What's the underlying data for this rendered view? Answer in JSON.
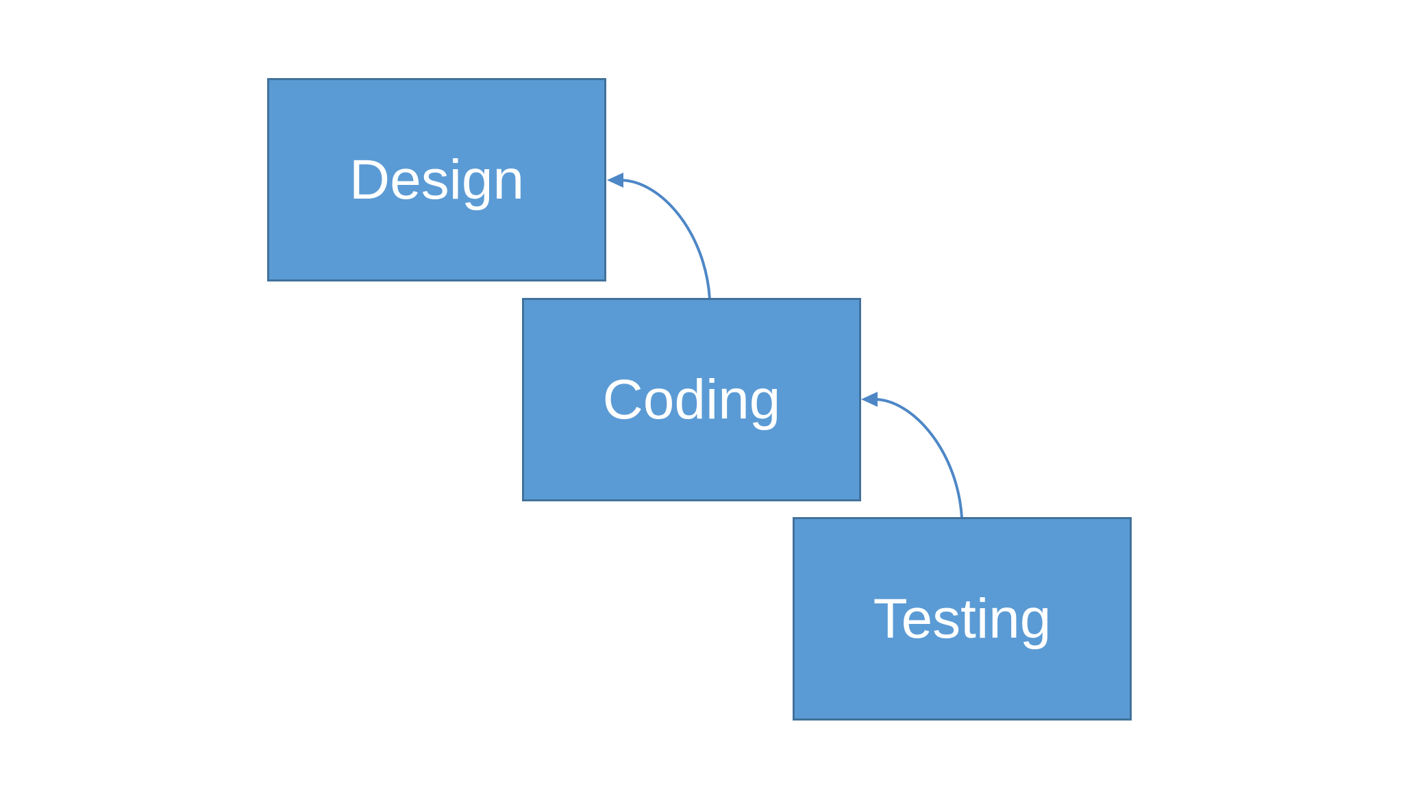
{
  "diagram": {
    "nodes": [
      {
        "id": "design",
        "label": "Design"
      },
      {
        "id": "coding",
        "label": "Coding"
      },
      {
        "id": "testing",
        "label": "Testing"
      }
    ],
    "arrows": [
      {
        "id": "coding-to-design",
        "from": "Coding",
        "to": "Design"
      },
      {
        "id": "testing-to-coding",
        "from": "Testing",
        "to": "Coding"
      }
    ],
    "colors": {
      "node_fill": "#5B9BD5",
      "node_border": "#41719C",
      "arrow": "#4D87C6",
      "text": "#FFFFFF",
      "background": "#FFFFFF"
    }
  }
}
